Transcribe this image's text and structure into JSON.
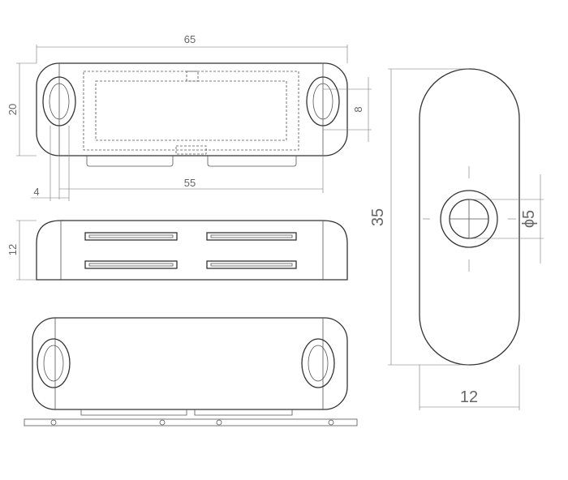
{
  "dimensions": {
    "overall_length": "65",
    "height": "20",
    "slot_height": "8",
    "edge_offset": "4",
    "hole_spacing": "55",
    "side_thickness": "12",
    "plate_length": "35",
    "plate_width": "12",
    "hole_diameter": "ϕ5"
  }
}
